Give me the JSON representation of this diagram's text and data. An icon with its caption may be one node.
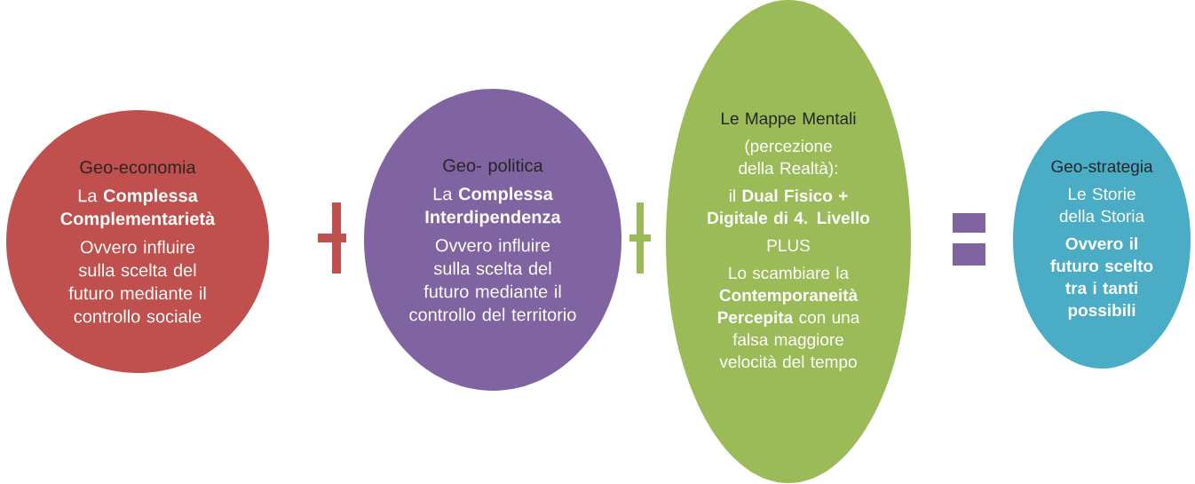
{
  "diagram": {
    "nodes": [
      {
        "text": [
          "Geo-economia",
          "La **Complessa Complementarietà**",
          "Ovvero influire sulla scelta del futuro mediante il controllo sociale"
        ]
      },
      {
        "text": [
          "Geo- politica",
          "La **Complessa Interdipendenza**",
          "Ovvero influire sulla scelta del futuro mediante il controllo del territorio"
        ]
      },
      {
        "text": [
          "Le Mappe Mentali",
          "(percezione della Realtà):",
          "il **Dual Fisico + Digitale di 4. Livello**",
          "PLUS",
          "Lo scambiare la **Contemporaneità Percepita** con una falsa maggiore velocità del tempo"
        ]
      },
      {
        "text": [
          "Geo-strategia",
          "Le Storie della Storia",
          "Ovvero il futuro scelto tra i tanti possibili"
        ]
      }
    ]
  }
}
